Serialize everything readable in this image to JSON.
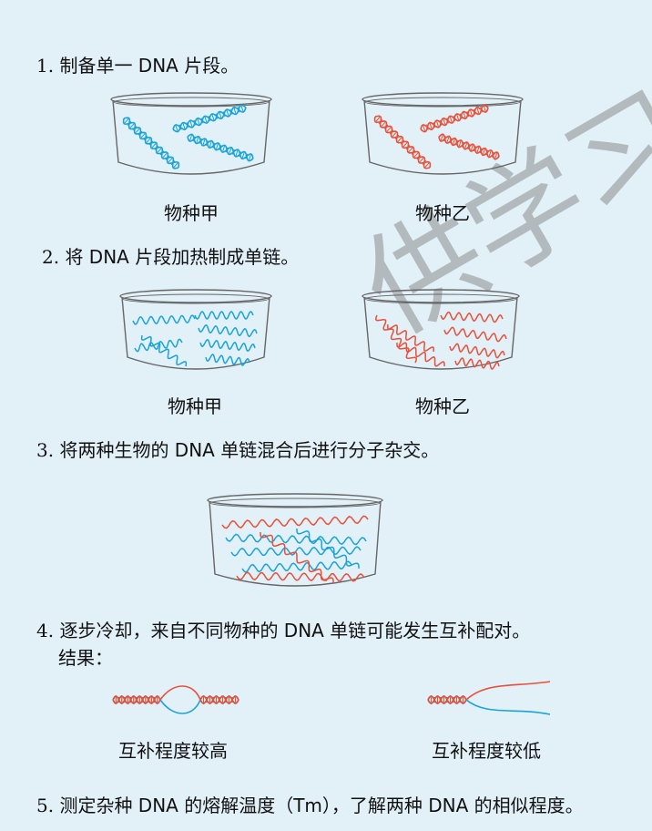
{
  "steps": [
    {
      "num": "1.",
      "text": "制备单一 DNA 片段。"
    },
    {
      "num": "2.",
      "text": "将 DNA 片段加热制成单链。"
    },
    {
      "num": "3.",
      "text": "将两种生物的 DNA 单链混合后进行分子杂交。"
    },
    {
      "num": "4.",
      "text": "逐步冷却，来自不同物种的 DNA 单链可能发生互补配对。"
    },
    {
      "num": "5.",
      "text": "测定杂种 DNA 的熔解温度（Tm），了解两种 DNA 的相似程度。"
    }
  ],
  "result_label": "结果：",
  "captions": {
    "species_a": "物种甲",
    "species_b": "物种乙",
    "high": "互补程度较高",
    "low": "互补程度较低"
  },
  "watermark": "供学习用",
  "colors": {
    "background": "#e2f0f8",
    "species_a_strand": "#1aa3d9",
    "species_b_strand": "#e8503a",
    "beaker_outline": "#666666"
  }
}
